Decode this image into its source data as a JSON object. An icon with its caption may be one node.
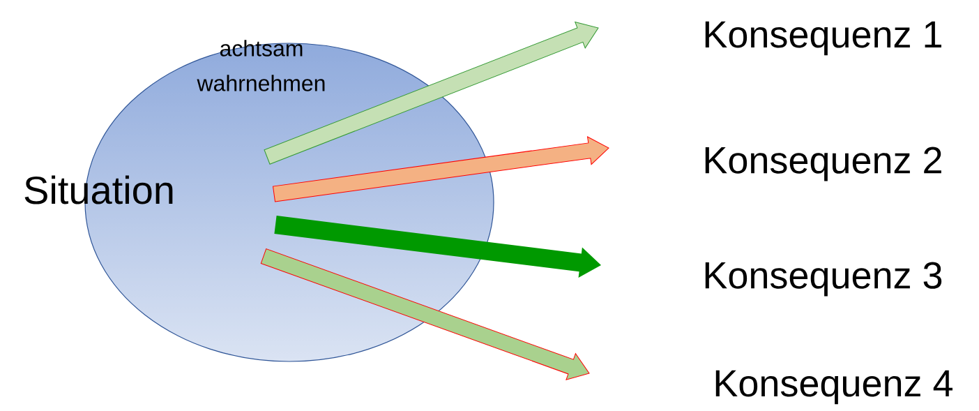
{
  "diagram": {
    "nodes": [
      {
        "text": [
          "achtsam wahrnehmen",
          "Situation"
        ]
      },
      {
        "text": [
          "Konsequenz 1"
        ]
      },
      {
        "text": [
          "Konsequenz 2"
        ]
      },
      {
        "text": [
          "Konsequenz 3"
        ]
      },
      {
        "text": [
          "Konsequenz 4"
        ]
      }
    ],
    "edges": [
      {
        "from": 0,
        "to": 1,
        "arrow": "to",
        "color": "#c5e0b4"
      },
      {
        "from": 0,
        "to": 2,
        "arrow": "to",
        "color": "#f4b183"
      },
      {
        "from": 0,
        "to": 3,
        "arrow": "to",
        "style": "thick",
        "color": "#009900"
      },
      {
        "from": 0,
        "to": 4,
        "arrow": "to",
        "color": "#a9d18e"
      }
    ]
  }
}
